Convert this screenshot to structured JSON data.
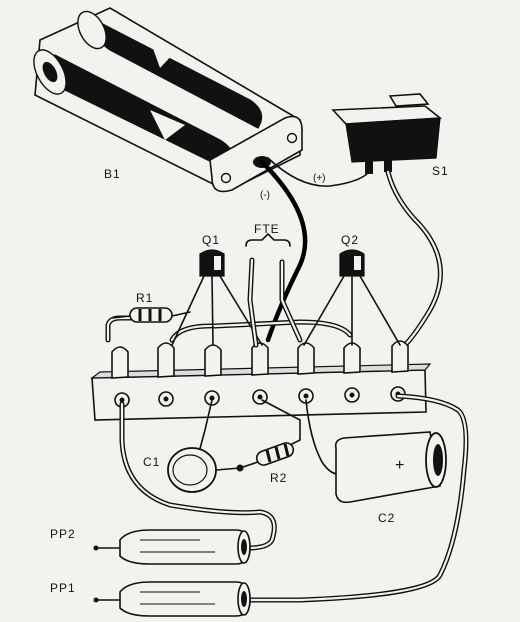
{
  "labels": {
    "battery": "B1",
    "switch": "S1",
    "transistor1": "Q1",
    "transistor2": "Q2",
    "speaker": "FTE",
    "resistor1": "R1",
    "resistor2": "R2",
    "capacitor1": "C1",
    "capacitor2": "C2",
    "probe2": "PP2",
    "probe1": "PP1",
    "positive": "(+)",
    "negative": "(-)",
    "plus_mark": "+"
  }
}
